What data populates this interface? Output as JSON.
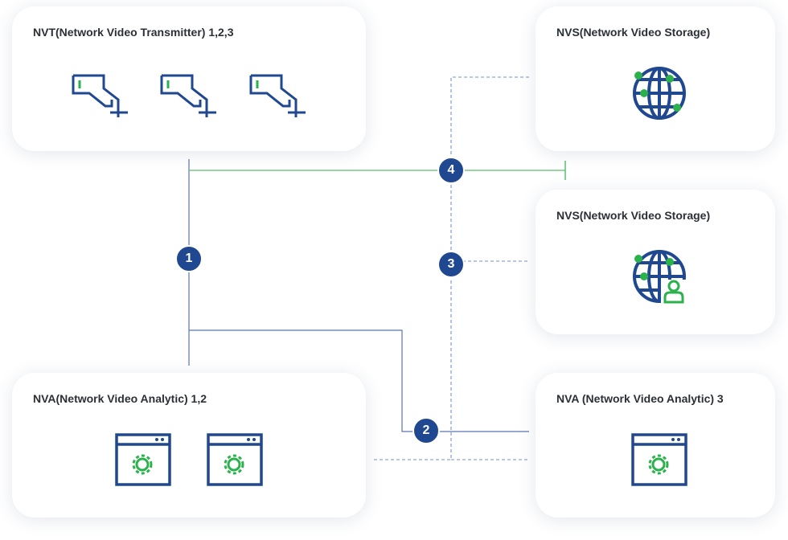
{
  "colors": {
    "primary_blue": "#1f4891",
    "accent_green": "#2bb24c",
    "line_blue": "#5a76b0",
    "dashed_blue": "#7a92c4",
    "line_green": "#5cbf6a",
    "card_bg": "#ffffff"
  },
  "cards": {
    "nvt": {
      "title": "NVT(Network Video Transmitter) 1,2,3",
      "icons": [
        "camera-icon",
        "camera-icon",
        "camera-icon"
      ]
    },
    "nvs_1": {
      "title": "NVS(Network Video Storage)",
      "icons": [
        "globe-network-icon"
      ]
    },
    "nvs_2": {
      "title": "NVS(Network Video Storage)",
      "icons": [
        "globe-user-icon"
      ]
    },
    "nva_12": {
      "title": "NVA(Network Video Analytic) 1,2",
      "icons": [
        "analytic-window-icon",
        "analytic-window-icon"
      ]
    },
    "nva_3": {
      "title": "NVA (Network Video Analytic) 3",
      "icons": [
        "analytic-window-icon"
      ]
    }
  },
  "badges": {
    "b1": "1",
    "b2": "2",
    "b3": "3",
    "b4": "4"
  }
}
